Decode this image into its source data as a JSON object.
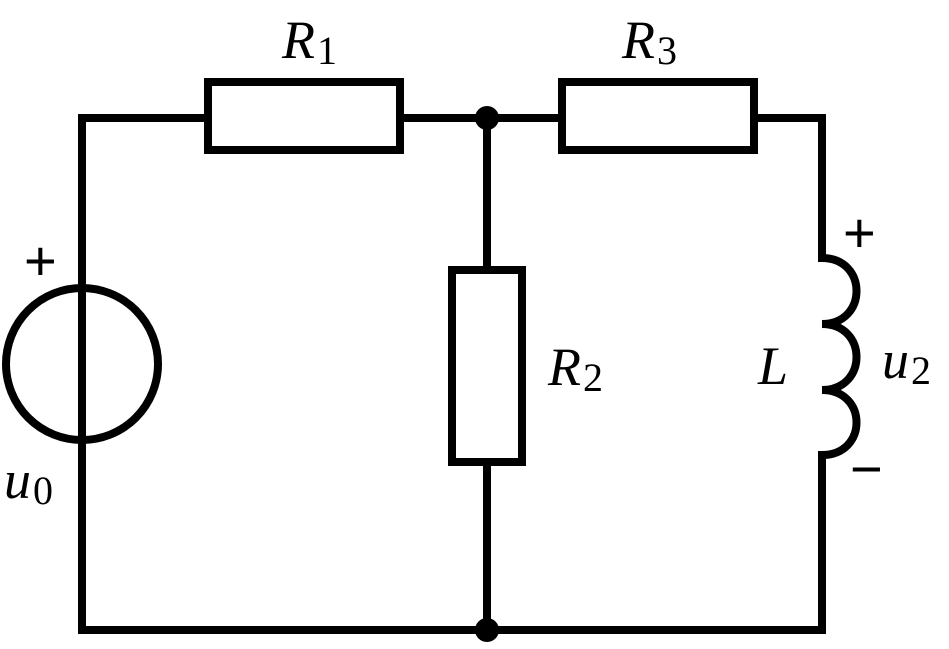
{
  "labels": {
    "r1": {
      "main": "R",
      "sub": "1"
    },
    "r3": {
      "main": "R",
      "sub": "3"
    },
    "r2": {
      "main": "R",
      "sub": "2"
    },
    "inductor": "L",
    "source": {
      "main": "u",
      "sub": "0"
    },
    "output": {
      "main": "u",
      "sub": "2"
    }
  },
  "polarity": {
    "source_plus": "+",
    "output_plus": "+",
    "output_minus": "−"
  }
}
